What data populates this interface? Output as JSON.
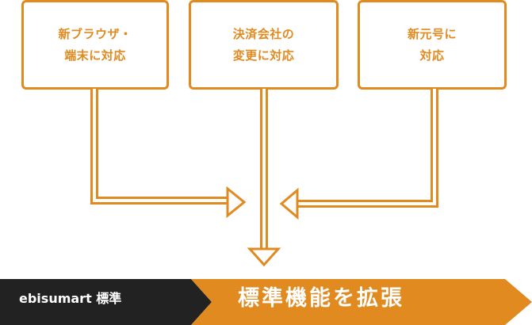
{
  "boxes": [
    {
      "line1": "新ブラウザ・",
      "line2": "端末に対応"
    },
    {
      "line1": "決済会社の",
      "line2": "変更に対応"
    },
    {
      "line1": "新元号に",
      "line2": "対応"
    }
  ],
  "bottom": {
    "left_label": "ebisumart 標準",
    "right_label": "標準機能を拡張"
  },
  "colors": {
    "accent": "#E08A1F",
    "dark": "#222222",
    "background": "#ffffff"
  }
}
